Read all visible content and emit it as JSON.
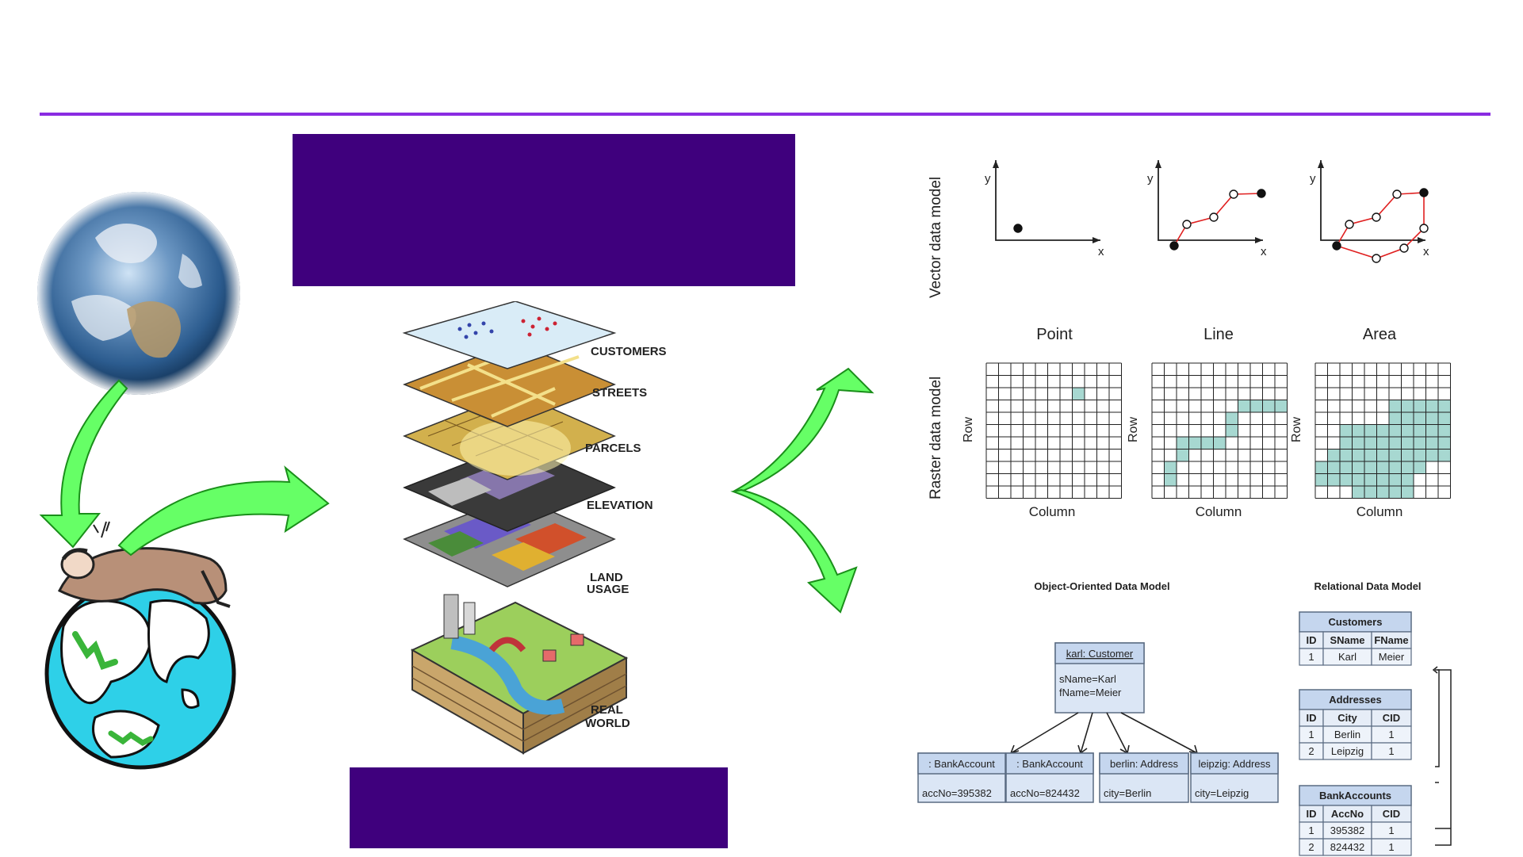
{
  "colors": {
    "accent_line": "#8a2be2",
    "title_box": "#3f007d",
    "arrow_fill": "#66ff66",
    "arrow_stroke": "#1a8f1a",
    "raster_fill": "#a7d8d1",
    "vector_line": "#e02020"
  },
  "layers": {
    "customers": "CUSTOMERS",
    "streets": "STREETS",
    "parcels": "PARCELS",
    "elevation": "ELEVATION",
    "land_usage_1": "LAND",
    "land_usage_2": "USAGE",
    "real_world_1": "REAL",
    "real_world_2": "WORLD"
  },
  "vector": {
    "model_label": "Vector data model",
    "panels": [
      {
        "caption": "Point",
        "x_axis": "x",
        "y_axis": "y"
      },
      {
        "caption": "Line",
        "x_axis": "x",
        "y_axis": "y"
      },
      {
        "caption": "Area",
        "x_axis": "x",
        "y_axis": "y"
      }
    ]
  },
  "raster": {
    "model_label": "Raster data model",
    "row_label": "Row",
    "column_label": "Column"
  },
  "oo_model": {
    "title": "Object-Oriented Data Model",
    "customer_header": "karl: Customer",
    "customer_attr1": "sName=Karl",
    "customer_attr2": "fName=Meier",
    "objects": [
      {
        "header": ": BankAccount",
        "attr": "accNo=395382"
      },
      {
        "header": ": BankAccount",
        "attr": "accNo=824432"
      },
      {
        "header": "berlin: Address",
        "attr": "city=Berlin"
      },
      {
        "header": "leipzig: Address",
        "attr": "city=Leipzig"
      }
    ]
  },
  "relational_model": {
    "title": "Relational Data Model",
    "tables": [
      {
        "name": "Customers",
        "columns": [
          "ID",
          "SName",
          "FName"
        ],
        "rows": [
          [
            "1",
            "Karl",
            "Meier"
          ]
        ]
      },
      {
        "name": "Addresses",
        "columns": [
          "ID",
          "City",
          "CID"
        ],
        "rows": [
          [
            "1",
            "Berlin",
            "1"
          ],
          [
            "2",
            "Leipzig",
            "1"
          ]
        ]
      },
      {
        "name": "BankAccounts",
        "columns": [
          "ID",
          "AccNo",
          "CID"
        ],
        "rows": [
          [
            "1",
            "395382",
            "1"
          ],
          [
            "2",
            "824432",
            "1"
          ]
        ]
      }
    ]
  }
}
